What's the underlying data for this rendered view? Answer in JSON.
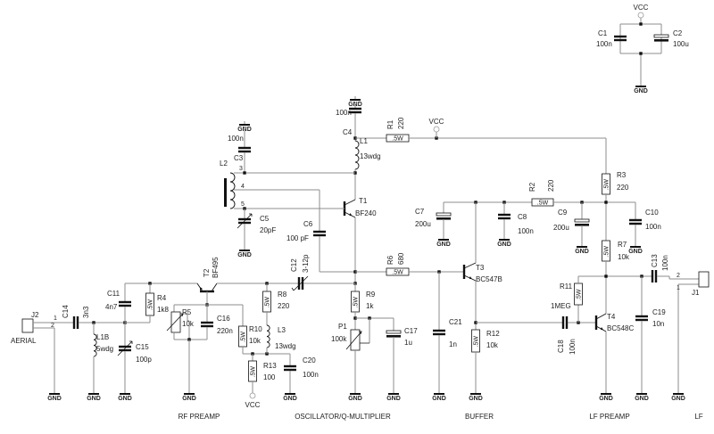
{
  "resistor_rating": ".5W",
  "power": {
    "vcc": "VCC",
    "gnd": "GND"
  },
  "sections": {
    "rf_preamp": "RF PREAMP",
    "oscillator": "OSCILLATOR/Q-MULTIPLIER",
    "buffer": "BUFFER",
    "lf_preamp": "LF PREAMP",
    "lf": "LF"
  },
  "connectors": {
    "J1": {
      "ref": "J1",
      "pin1": "1",
      "pin2": "2"
    },
    "J2": {
      "ref": "J2",
      "pin1": "1",
      "pin2": "2",
      "name": "AERIAL"
    }
  },
  "transformer": {
    "ref": "L2",
    "pin3": "3",
    "pin4": "4",
    "pin5": "5"
  },
  "components": {
    "C1": {
      "ref": "C1",
      "value": "100n"
    },
    "C2": {
      "ref": "C2",
      "value": "100u"
    },
    "C3": {
      "ref": "C3",
      "value": "100n"
    },
    "C4": {
      "ref": "C4",
      "value": "100n"
    },
    "C5": {
      "ref": "C5",
      "value": "20pF"
    },
    "C6": {
      "ref": "C6",
      "value": "100 pF"
    },
    "C7": {
      "ref": "C7",
      "value": "200u"
    },
    "C8": {
      "ref": "C8",
      "value": "100n"
    },
    "C9": {
      "ref": "C9",
      "value": "200u"
    },
    "C10": {
      "ref": "C10",
      "value": "100n"
    },
    "C11": {
      "ref": "C11",
      "value": "4n7"
    },
    "C12": {
      "ref": "C12",
      "value": "3-12p"
    },
    "C13": {
      "ref": "C13",
      "value": "100n"
    },
    "C14": {
      "ref": "C14",
      "value": "3n3"
    },
    "C15": {
      "ref": "C15",
      "value": "100p"
    },
    "C16": {
      "ref": "C16",
      "value": "220n"
    },
    "C17": {
      "ref": "C17",
      "value": "1u"
    },
    "C18": {
      "ref": "C18",
      "value": "100n"
    },
    "C19": {
      "ref": "C19",
      "value": "10n"
    },
    "C20": {
      "ref": "C20",
      "value": "100n"
    },
    "C21": {
      "ref": "C21",
      "value": "1n"
    },
    "R1": {
      "ref": "R1",
      "value": "220"
    },
    "R2": {
      "ref": "R2",
      "value": "220"
    },
    "R3": {
      "ref": "R3",
      "value": "220"
    },
    "R4": {
      "ref": "R4",
      "value": "1k8"
    },
    "R5": {
      "ref": "R5",
      "value": "10k"
    },
    "R6": {
      "ref": "R6",
      "value": "680"
    },
    "R7": {
      "ref": "R7",
      "value": "10k"
    },
    "R8": {
      "ref": "R8",
      "value": "220"
    },
    "R9": {
      "ref": "R9",
      "value": "1k"
    },
    "R10": {
      "ref": "R10",
      "value": "10k"
    },
    "R11": {
      "ref": "R11",
      "value": "1MEG"
    },
    "R12": {
      "ref": "R12",
      "value": "10k"
    },
    "R13": {
      "ref": "R13",
      "value": "100"
    },
    "P1": {
      "ref": "P1",
      "value": "100k"
    },
    "L1": {
      "ref": "L1",
      "value": "13wdg"
    },
    "L1B": {
      "ref": "L1B",
      "value": "5wdg"
    },
    "L3": {
      "ref": "L3",
      "value": "13wdg"
    },
    "T1": {
      "ref": "T1",
      "value": "BF240"
    },
    "T2": {
      "ref": "T2",
      "value": "BF495"
    },
    "T3": {
      "ref": "T3",
      "value": "BC547B"
    },
    "T4": {
      "ref": "T4",
      "value": "BC548C"
    }
  }
}
